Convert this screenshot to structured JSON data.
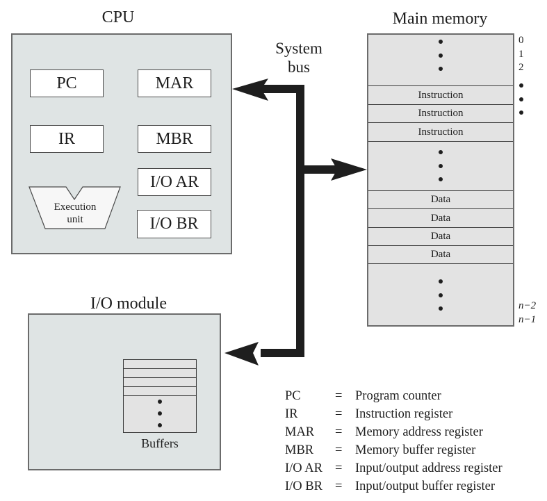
{
  "cpu": {
    "title": "CPU",
    "registers": {
      "pc": "PC",
      "mar": "MAR",
      "ir": "IR",
      "mbr": "MBR",
      "io_ar": "I/O AR",
      "io_br": "I/O BR"
    },
    "execution_unit": {
      "line1": "Execution",
      "line2": "unit"
    }
  },
  "bus": {
    "line1": "System",
    "line2": "bus"
  },
  "main_memory": {
    "title": "Main memory",
    "rows": [
      {
        "label": "Instruction"
      },
      {
        "label": "Instruction"
      },
      {
        "label": "Instruction"
      },
      {
        "label": "Data"
      },
      {
        "label": "Data"
      },
      {
        "label": "Data"
      },
      {
        "label": "Data"
      }
    ],
    "addresses": {
      "a0": "0",
      "a1": "1",
      "a2": "2",
      "n2": "n−2",
      "n1": "n−1"
    }
  },
  "io_module": {
    "title": "I/O module",
    "buffers_label": "Buffers"
  },
  "legend": [
    {
      "abbr": "PC",
      "eq": "=",
      "meaning": "Program counter"
    },
    {
      "abbr": "IR",
      "eq": "=",
      "meaning": "Instruction register"
    },
    {
      "abbr": "MAR",
      "eq": "=",
      "meaning": "Memory address register"
    },
    {
      "abbr": "MBR",
      "eq": "=",
      "meaning": "Memory buffer register"
    },
    {
      "abbr": "I/O AR",
      "eq": "=",
      "meaning": "Input/output address register"
    },
    {
      "abbr": "I/O BR",
      "eq": "=",
      "meaning": "Input/output buffer register"
    }
  ],
  "colors": {
    "panel_fill": "#dfe4e4",
    "memory_fill": "#e3e3e3",
    "bus": "#1e1e1e"
  }
}
